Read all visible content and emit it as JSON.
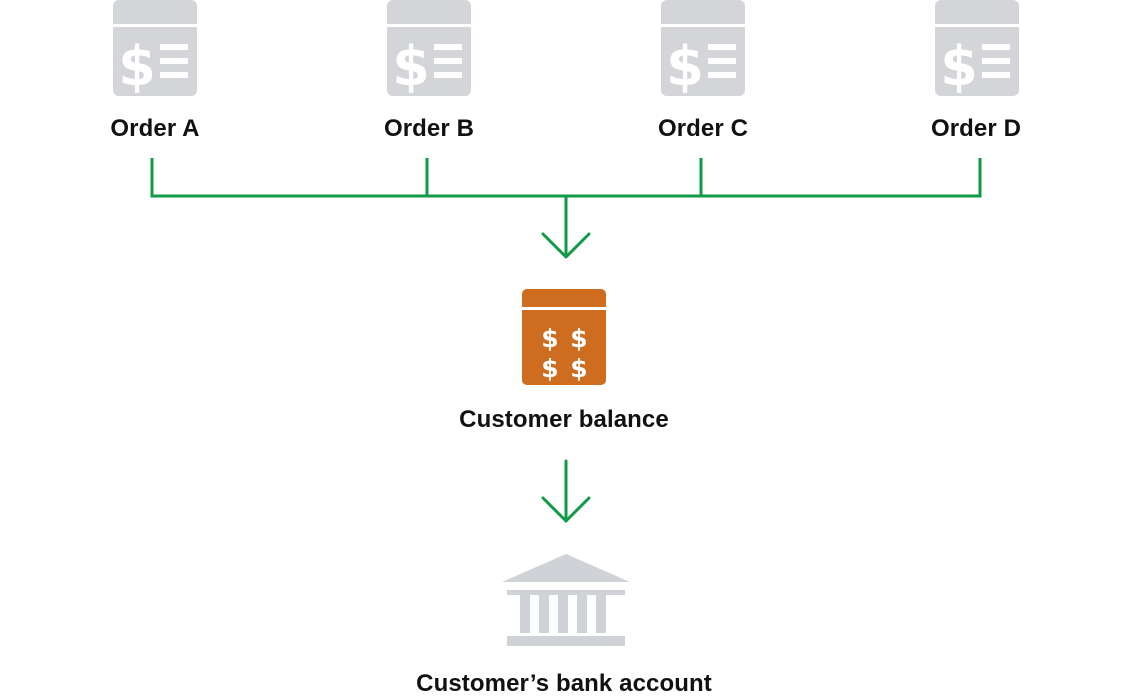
{
  "diagram": {
    "orders": [
      {
        "label": "Order A"
      },
      {
        "label": "Order B"
      },
      {
        "label": "Order C"
      },
      {
        "label": "Order D"
      }
    ],
    "balance": {
      "label": "Customer balance",
      "icon": "cash-register-icon",
      "dollar_glyph": "$"
    },
    "bank": {
      "label": "Customer’s bank account",
      "icon": "bank-icon"
    },
    "order_icon": "invoice-icon",
    "order_dollar_glyph": "$"
  },
  "colors": {
    "connector_green": "#139a48",
    "invoice_gray": "#d3d5d8",
    "balance_orange": "#ce6d1f",
    "bank_gray": "#cfd2d6",
    "text": "#111111"
  }
}
